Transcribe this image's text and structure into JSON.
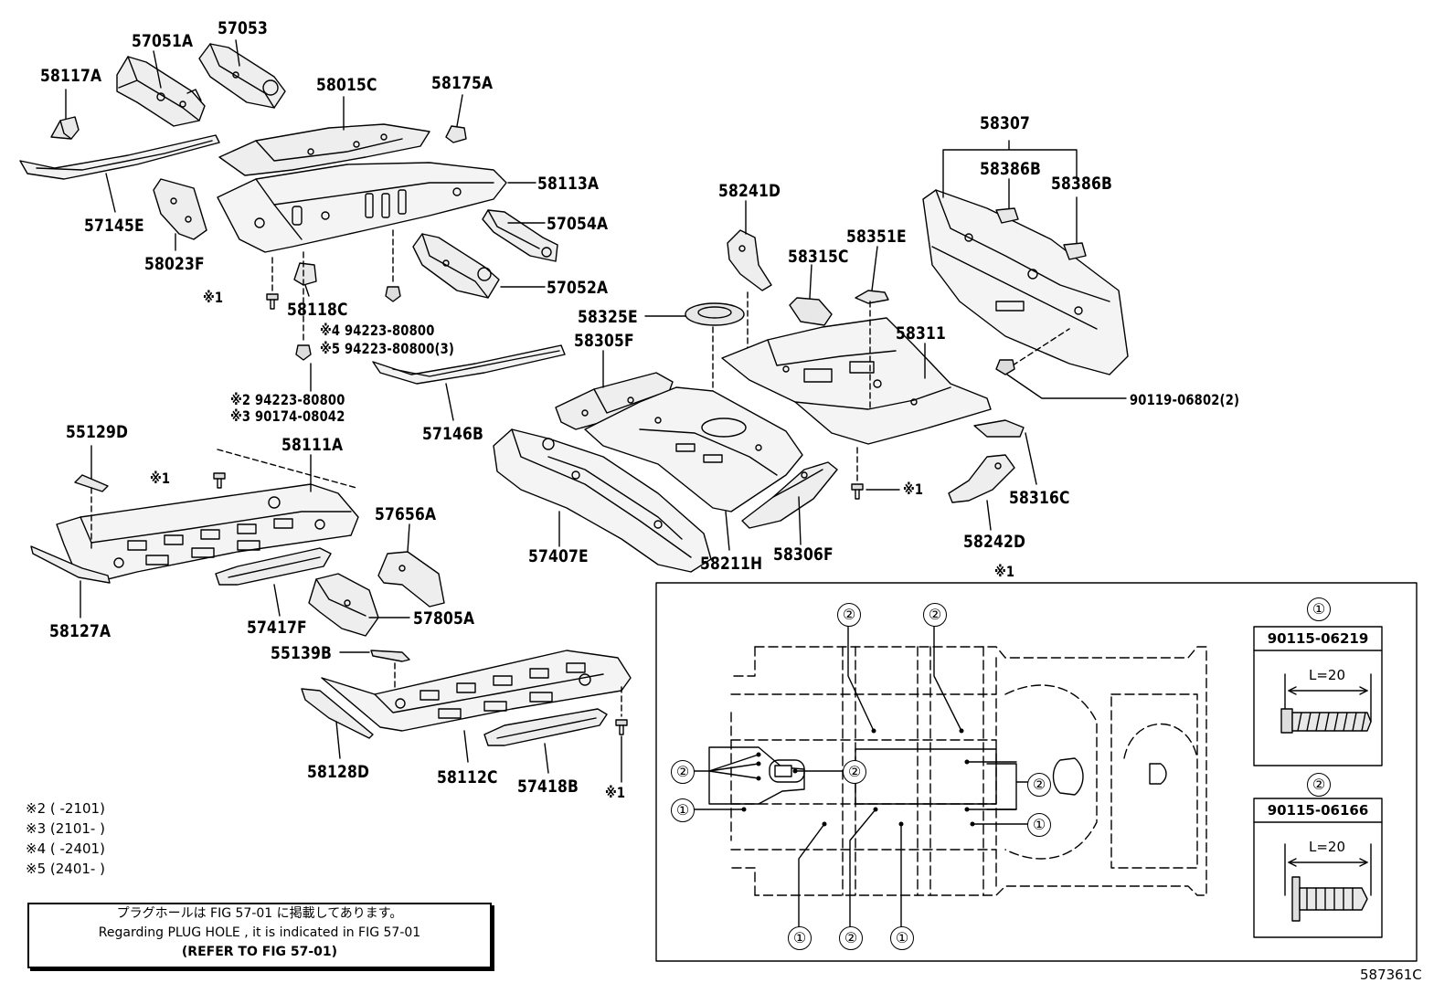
{
  "labels": {
    "p58117A": "58117A",
    "p57051A": "57051A",
    "p57053": "57053",
    "p58015C": "58015C",
    "p58175A": "58175A",
    "p58113A": "58113A",
    "p57145E": "57145E",
    "p58023F": "58023F",
    "p57054A": "57054A",
    "p57052A": "57052A",
    "p58118C": "58118C",
    "p94223a": "※4 94223-80800",
    "p94223b": "※5 94223-80800(3)",
    "p94223c": "※2 94223-80800",
    "p90174": "※3 90174-08042",
    "p55129D": "55129D",
    "p58111A": "58111A",
    "p58127A": "58127A",
    "p57417F": "57417F",
    "p57656A": "57656A",
    "p57805A": "57805A",
    "p55139B": "55139B",
    "p58128D": "58128D",
    "p58112C": "58112C",
    "p57418B": "57418B",
    "p57146B": "57146B",
    "p58305F": "58305F",
    "p58325E": "58325E",
    "p58241D": "58241D",
    "p58315C": "58315C",
    "p58351E": "58351E",
    "p58311": "58311",
    "p58307": "58307",
    "p58386B1": "58386B",
    "p58386B2": "58386B",
    "p90119": "90119-06802(2)",
    "p58316C": "58316C",
    "p58242D": "58242D",
    "p57407E": "57407E",
    "p58211H": "58211H",
    "p58306F": "58306F",
    "ref1a": "※1",
    "ref1b": "※1",
    "ref1c": "※1",
    "ref1d": "※1",
    "ref1e": "※1"
  },
  "legend": {
    "l2": "※2 (      -2101)",
    "l3": "※3 (2101-      )",
    "l4": "※4 (      -2401)",
    "l5": "※5 (2401-      )"
  },
  "note": {
    "line1": "プラグホールは FIG 57-01 に掲載してあります。",
    "line2": "Regarding  PLUG  HOLE , it is indicated in FIG  57-01",
    "line3": "(REFER TO FIG 57-01)"
  },
  "detail": {
    "circle1": "①",
    "circle2": "②",
    "bolt1_part": "90115-06219",
    "bolt2_part": "90115-06166",
    "bolt1_len": "L=20",
    "bolt2_len": "L=20"
  },
  "figure_id": "587361C"
}
